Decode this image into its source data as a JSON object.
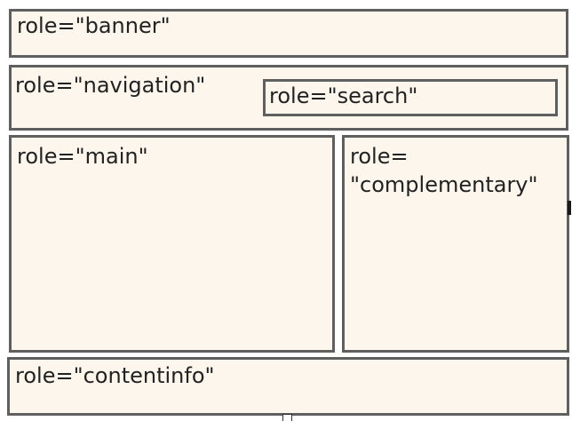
{
  "regions": {
    "banner": "role=\"banner\"",
    "navigation": "role=\"navigation\"",
    "search": "role=\"search\"",
    "main": "role=\"main\"",
    "complementary_line1": "role=",
    "complementary_line2": "\"complementary\"",
    "contentinfo": "role=\"contentinfo\""
  },
  "colors": {
    "region_fill": "#fdf6ec",
    "region_border": "#5f5f5f",
    "text": "#222222"
  }
}
